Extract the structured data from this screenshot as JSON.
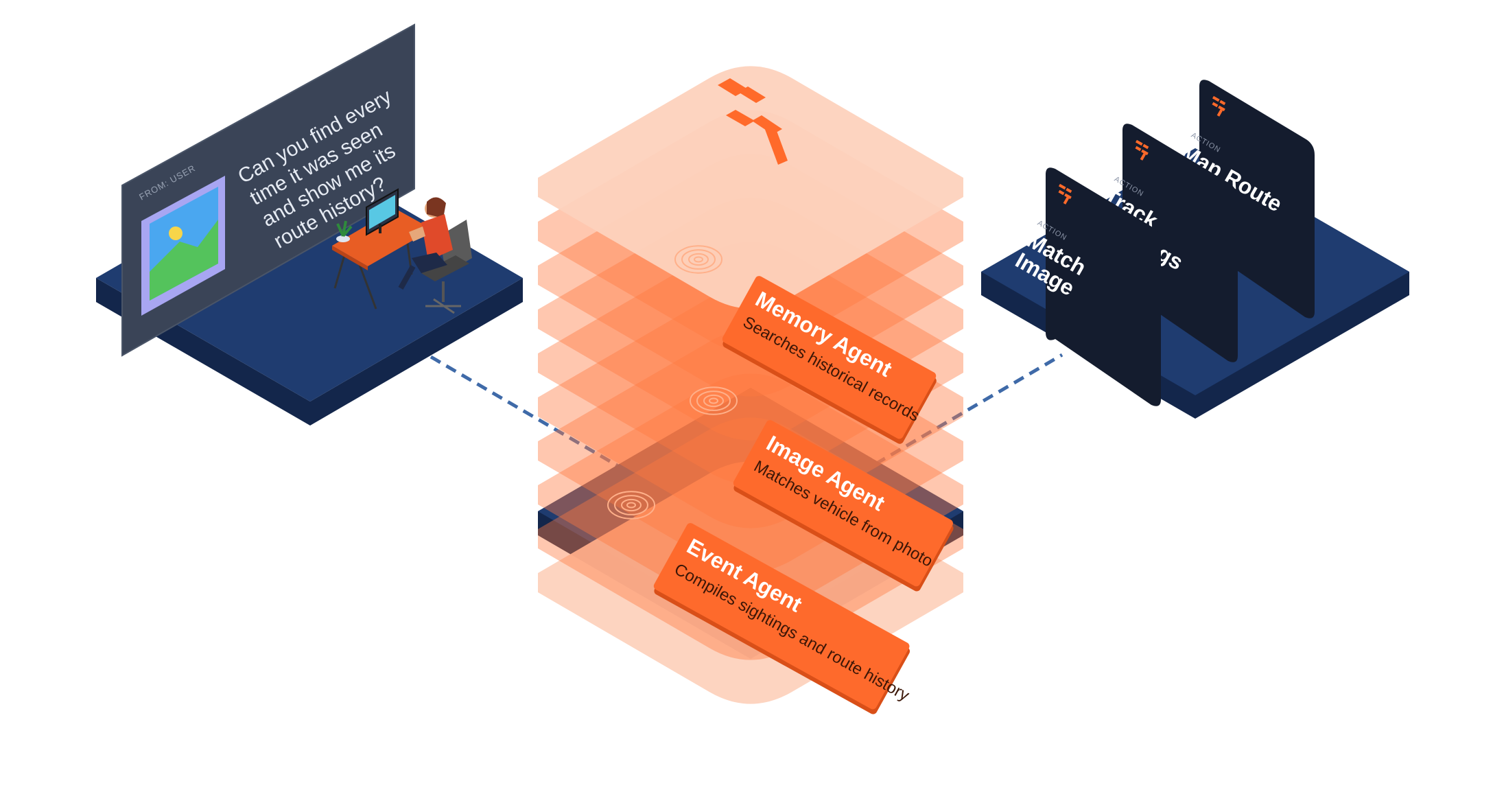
{
  "user_panel": {
    "from_label": "FROM: USER",
    "message_lines": [
      "Can you find every",
      "time it was seen",
      "and show me its",
      "route history?"
    ]
  },
  "agents": [
    {
      "name": "Memory Agent",
      "description": "Searches historical records"
    },
    {
      "name": "Image Agent",
      "description": "Matches vehicle from photo"
    },
    {
      "name": "Event Agent",
      "description": "Compiles sightings and route history"
    }
  ],
  "actions": [
    {
      "label": "ACTION",
      "title_lines": [
        "Match",
        "Image"
      ]
    },
    {
      "label": "ACTION",
      "title_lines": [
        "Track",
        "Sightings"
      ]
    },
    {
      "label": "ACTION",
      "title_lines": [
        "Map Route"
      ]
    }
  ],
  "colors": {
    "navy_platform": "#1f3c70",
    "navy_dark": "#13264b",
    "panel_slate": "#3a4457",
    "action_card": "#141c2e",
    "orange": "#fe6a2c",
    "orange_light": "#fdd2bd",
    "connector": "#3f6aa8"
  },
  "icons": [
    "image-icon",
    "person-at-desk-illustration",
    "brand-logo-icon",
    "signal-ring-icon"
  ]
}
